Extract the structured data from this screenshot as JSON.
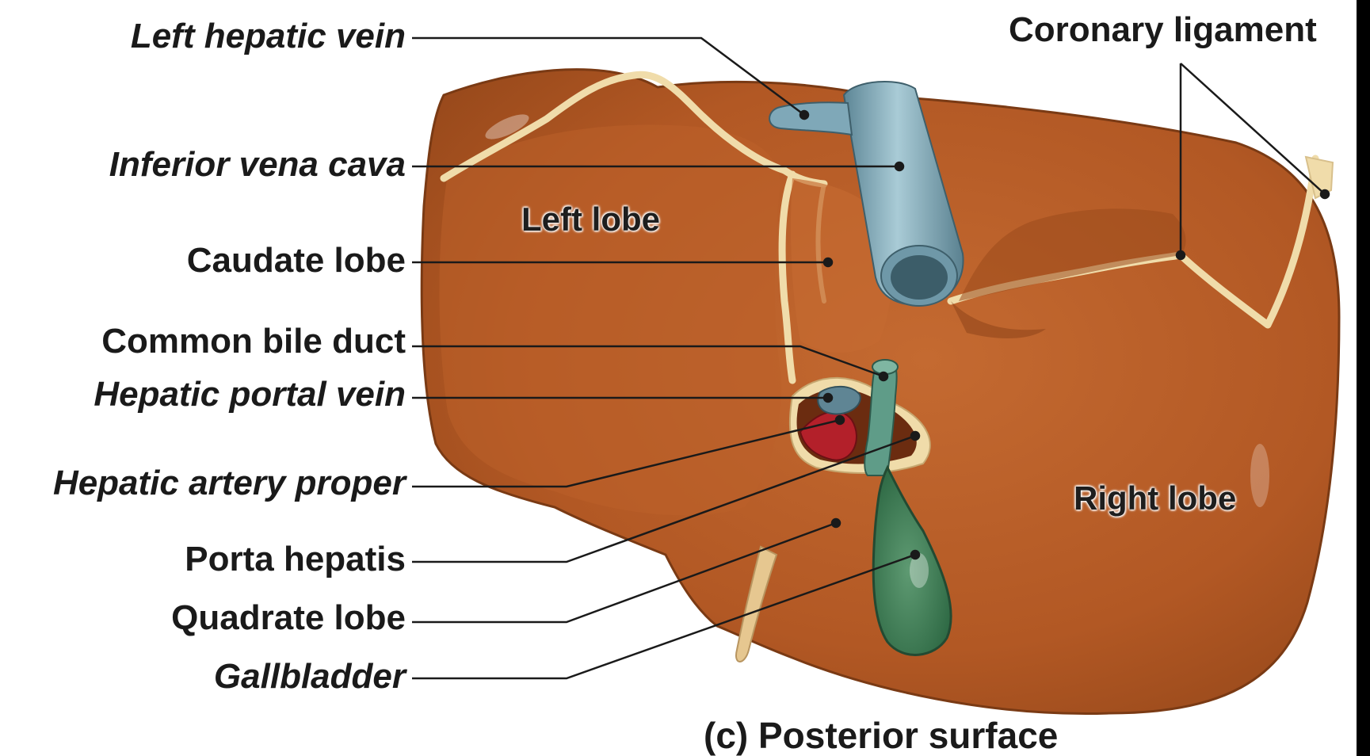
{
  "labels": {
    "left_hepatic_vein": "Left hepatic vein",
    "inferior_vena_cava": "Inferior vena cava",
    "caudate_lobe": "Caudate lobe",
    "common_bile_duct": "Common bile duct",
    "hepatic_portal_vein": "Hepatic portal vein",
    "hepatic_artery_proper": "Hepatic artery proper",
    "porta_hepatis": "Porta hepatis",
    "quadrate_lobe": "Quadrate lobe",
    "gallbladder": "Gallbladder",
    "coronary_ligament": "Coronary ligament"
  },
  "regions": {
    "left_lobe": "Left lobe",
    "right_lobe": "Right lobe"
  },
  "caption": "(c) Posterior surface",
  "colors": {
    "liver": "#b65a26",
    "liver_dark": "#8a3f17",
    "ligament": "#f0dcaa",
    "vena_cava": "#7fa8b8",
    "bile_duct": "#5f9c88",
    "gallbladder": "#3f7e58",
    "artery": "#b3202a",
    "portal_vein": "#5f8594",
    "leader_line": "#1a1a1a"
  }
}
